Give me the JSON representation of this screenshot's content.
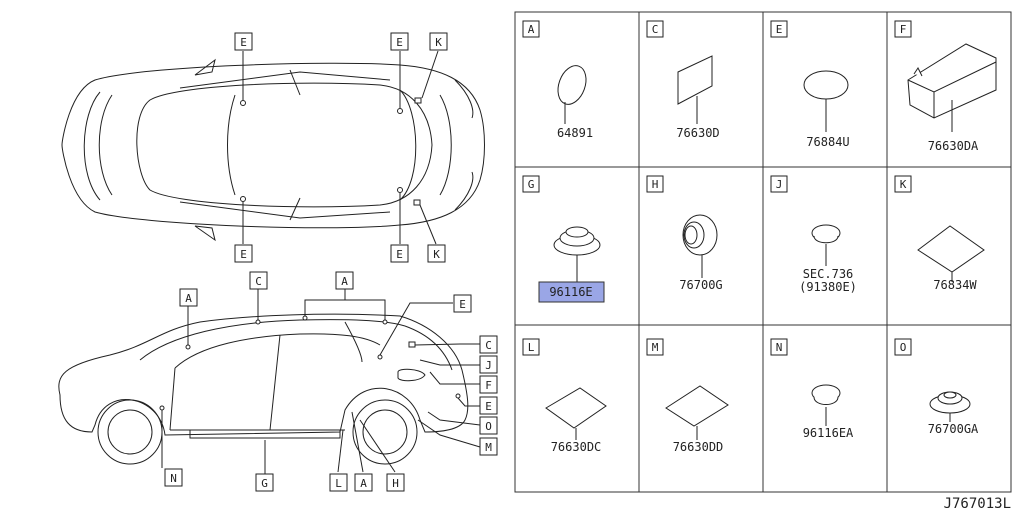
{
  "diagram_id": "J767013L",
  "highlight_color": "#9aa6e6",
  "top_view_callouts": [
    "E",
    "E",
    "K",
    "E",
    "E",
    "K"
  ],
  "side_view_callouts": [
    "A",
    "C",
    "A",
    "E",
    "C",
    "J",
    "F",
    "E",
    "O",
    "M",
    "N",
    "G",
    "L",
    "A",
    "H"
  ],
  "parts": [
    {
      "letter": "A",
      "part_no": "64891",
      "icon": "oval-pad-icon"
    },
    {
      "letter": "C",
      "part_no": "76630D",
      "icon": "flat-sheet-icon"
    },
    {
      "letter": "E",
      "part_no": "76884U",
      "icon": "oval-seal-icon"
    },
    {
      "letter": "F",
      "part_no": "76630DA",
      "icon": "foam-block-icon"
    },
    {
      "letter": "G",
      "part_no": "96116E",
      "icon": "grommet-icon",
      "highlighted": true
    },
    {
      "letter": "H",
      "part_no": "76700G",
      "icon": "ring-grommet-icon"
    },
    {
      "letter": "J",
      "part_no": "SEC.736",
      "part_no_2": "(91380E)",
      "icon": "plug-icon"
    },
    {
      "letter": "K",
      "part_no": "76834W",
      "icon": "diamond-sheet-icon"
    },
    {
      "letter": "L",
      "part_no": "76630DC",
      "icon": "diamond-sheet-icon"
    },
    {
      "letter": "M",
      "part_no": "76630DD",
      "icon": "diamond-sheet-icon"
    },
    {
      "letter": "N",
      "part_no": "96116EA",
      "icon": "plug-icon"
    },
    {
      "letter": "O",
      "part_no": "76700GA",
      "icon": "flanged-grommet-icon"
    }
  ]
}
